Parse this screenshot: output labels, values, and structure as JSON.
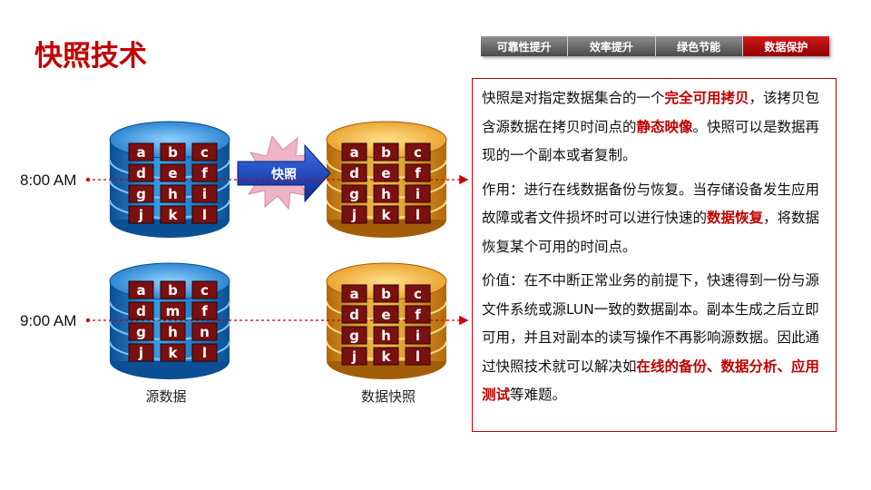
{
  "title": "快照技术",
  "tabs": [
    {
      "label": "可靠性提升",
      "active": false
    },
    {
      "label": "效率提升",
      "active": false
    },
    {
      "label": "绿色节能",
      "active": false
    },
    {
      "label": "数据保护",
      "active": true
    }
  ],
  "diagram": {
    "times": [
      "8:00 AM",
      "9:00 AM"
    ],
    "arrow_label": "快照",
    "captions": {
      "source": "源数据",
      "snapshot": "数据快照"
    },
    "colors": {
      "source_disk": "#1c88d8",
      "snapshot_disk": "#e6a22a",
      "cell": "#7a1010",
      "dashed_line": "#cc0000",
      "arrow": "#1a3aa0",
      "burst": "#e8a3b8"
    },
    "source_8am": [
      [
        "a",
        "b",
        "c"
      ],
      [
        "d",
        "e",
        "f"
      ],
      [
        "g",
        "h",
        "i"
      ],
      [
        "j",
        "k",
        "l"
      ]
    ],
    "snapshot_8am": [
      [
        "a",
        "b",
        "c"
      ],
      [
        "d",
        "e",
        "f"
      ],
      [
        "g",
        "h",
        "i"
      ],
      [
        "j",
        "k",
        "l"
      ]
    ],
    "source_9am": [
      [
        "a",
        "b",
        "c"
      ],
      [
        "d",
        "m",
        "f"
      ],
      [
        "g",
        "h",
        "n"
      ],
      [
        "j",
        "k",
        "l"
      ]
    ],
    "snapshot_9am": [
      [
        "a",
        "b",
        "c"
      ],
      [
        "d",
        "e",
        "f"
      ],
      [
        "g",
        "h",
        "i"
      ],
      [
        "j",
        "k",
        "l"
      ]
    ]
  },
  "description": {
    "p1": {
      "pre": "快照是对指定数据集合的一个",
      "hl1": "完全可用拷贝",
      "mid": "，该拷贝包含源数据在拷贝时间点的",
      "hl2": "静态映像",
      "post": "。快照可以是数据再现的一个副本或者复制。"
    },
    "p2": {
      "pre": "作用：进行在线数据备份与恢复。当存储设备发生应用故障或者文件损坏时可以进行快速的",
      "hl1": "数据恢复",
      "post": "，将数据恢复某个可用的时间点。"
    },
    "p3": {
      "pre": "价值：在不中断正常业务的前提下，快速得到一份与源文件系统或源LUN一致的数据副本。副本生成之后立即可用，并且对副本的读写操作不再影响源数据。因此通过快照技术就可以解决如",
      "hl1": "在线的备份、数据分析、应用测试",
      "post": "等难题。"
    }
  }
}
